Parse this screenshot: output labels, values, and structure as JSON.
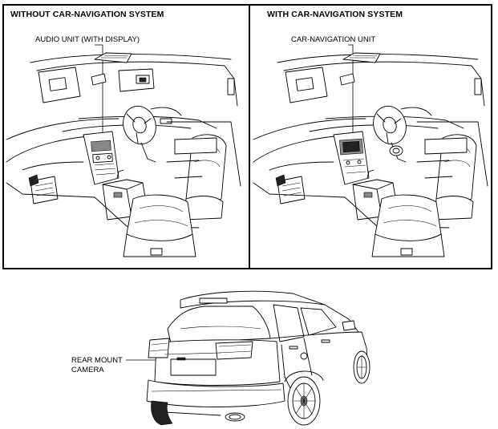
{
  "panels": {
    "left": {
      "heading": "WITHOUT CAR-NAVIGATION SYSTEM",
      "callout": "AUDIO UNIT (WITH DISPLAY)"
    },
    "right": {
      "heading": "WITH CAR-NAVIGATION SYSTEM",
      "callout": "CAR-NAVIGATION UNIT"
    }
  },
  "rear": {
    "callout_line1": "REAR MOUNT",
    "callout_line2": "CAMERA"
  },
  "icons": [
    "vehicle-interior-illustration",
    "vehicle-rear-illustration"
  ]
}
